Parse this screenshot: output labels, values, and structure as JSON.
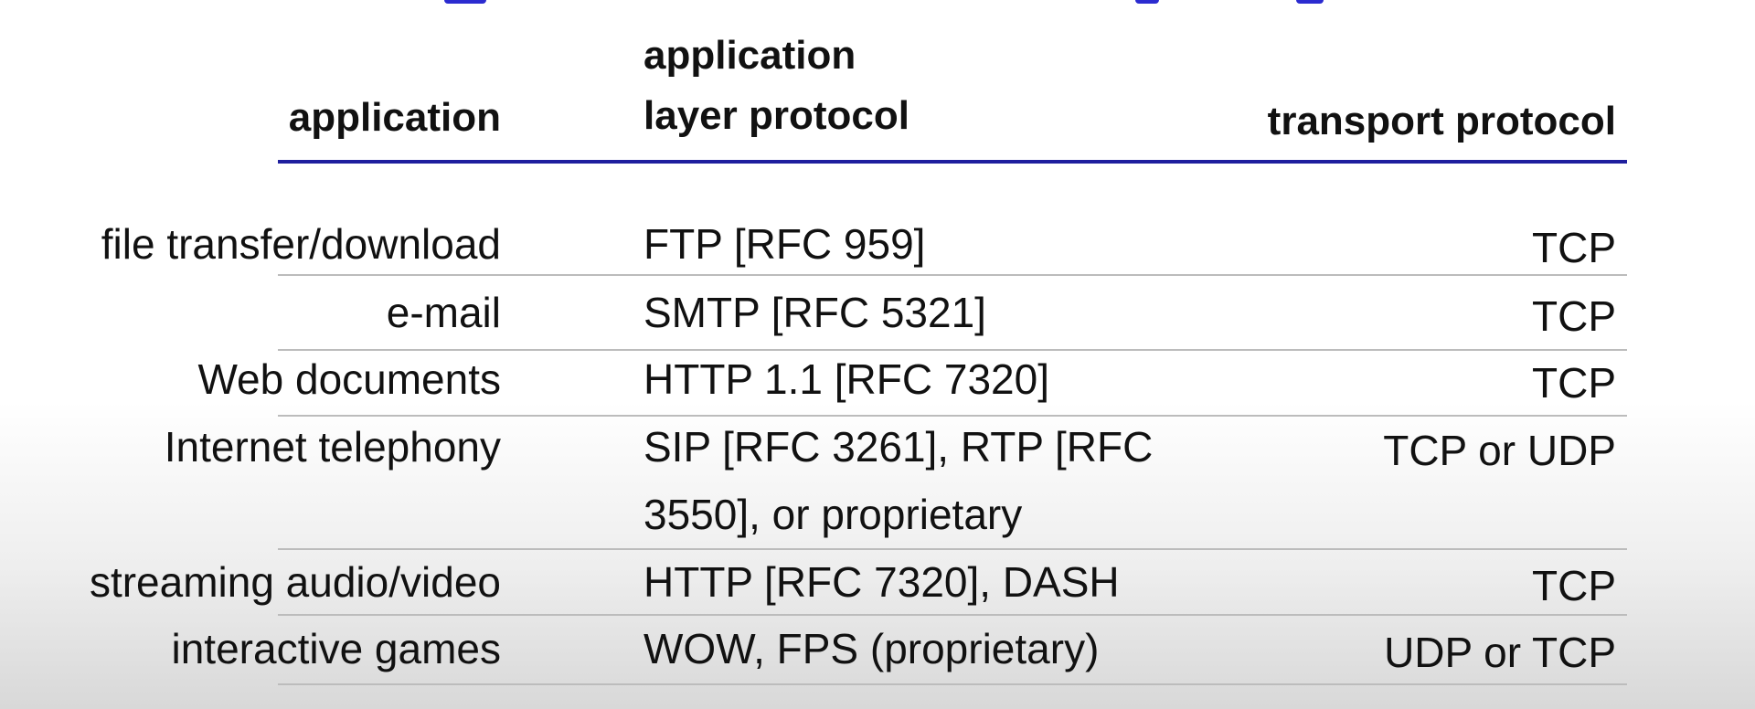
{
  "table": {
    "headers": {
      "application": "application",
      "protocol_line1": "application",
      "protocol_line2": "layer protocol",
      "transport": "transport protocol"
    },
    "rows": [
      {
        "application": "file transfer/download",
        "protocol": "FTP [RFC 959]",
        "transport": "TCP"
      },
      {
        "application": "e-mail",
        "protocol": "SMTP [RFC 5321]",
        "transport": "TCP"
      },
      {
        "application": "Web documents",
        "protocol": "HTTP 1.1 [RFC 7320]",
        "transport": "TCP"
      },
      {
        "application": "Internet telephony",
        "protocol": "SIP [RFC 3261], RTP [RFC 3550], or proprietary",
        "transport": "TCP or UDP"
      },
      {
        "application": "streaming audio/video",
        "protocol": "HTTP [RFC 7320], DASH",
        "transport": "TCP"
      },
      {
        "application": "interactive games",
        "protocol": "WOW, FPS (proprietary)",
        "transport": "UDP or TCP"
      }
    ]
  },
  "colors": {
    "header_rule": "#1f1f9e",
    "row_rule": "#bcbcbc",
    "title_remnant": "#2b2bd0"
  }
}
